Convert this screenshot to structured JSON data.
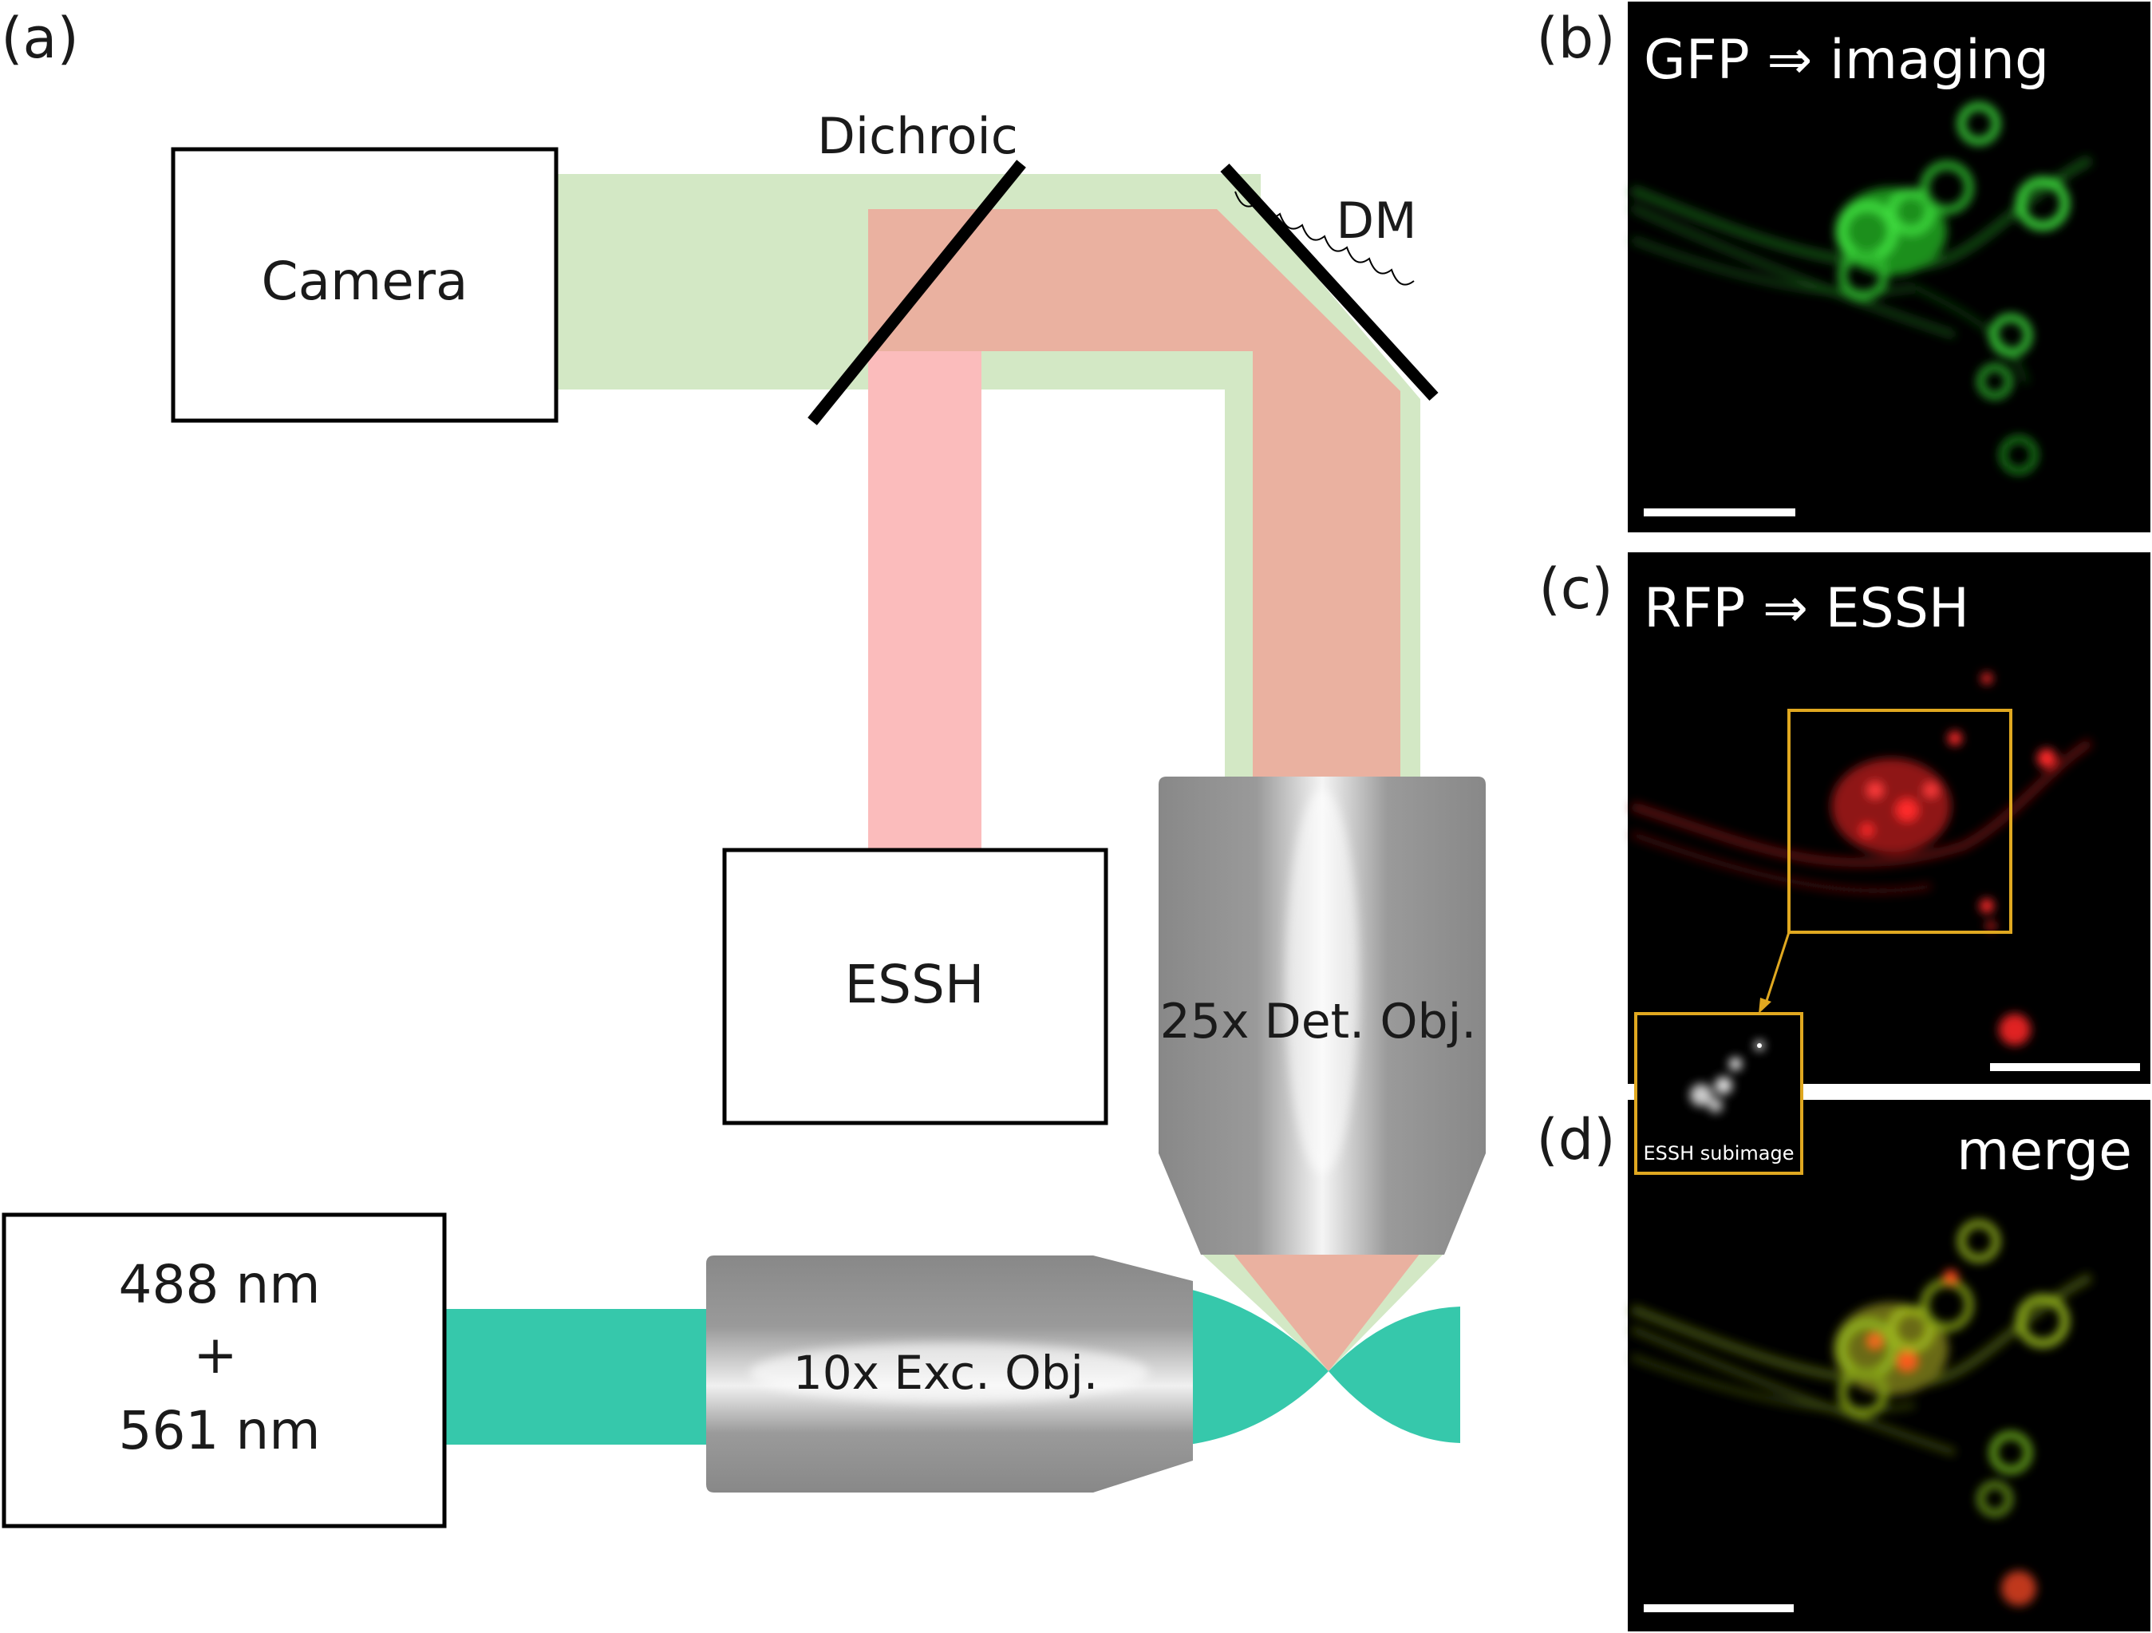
{
  "panels": {
    "a": "(a)",
    "b": "(b)",
    "c": "(c)",
    "d": "(d)"
  },
  "diagram": {
    "camera": "Camera",
    "dichroic": "Dichroic",
    "dm": "DM",
    "essh": "ESSH",
    "det_objective": "25x Det. Obj.",
    "exc_objective": "10x Exc. Obj.",
    "laser_line1": "488 nm",
    "laser_plus": "+",
    "laser_line2": "561 nm"
  },
  "images": {
    "b_label": "GFP ⇒ imaging",
    "c_label": "RFP ⇒ ESSH",
    "d_label": "merge",
    "inset_label": "ESSH subimage"
  },
  "colors": {
    "green_beam": "#d3e8c5",
    "red_beam": "#fbbcbc",
    "overlap_beam": "#eab1a0",
    "excitation_beam": "#36c8ab",
    "objective_gray": "#8c8c8c",
    "inset_frame": "#e0a820",
    "gfp": "#3ddc3d",
    "rfp": "#ff2a2a"
  }
}
